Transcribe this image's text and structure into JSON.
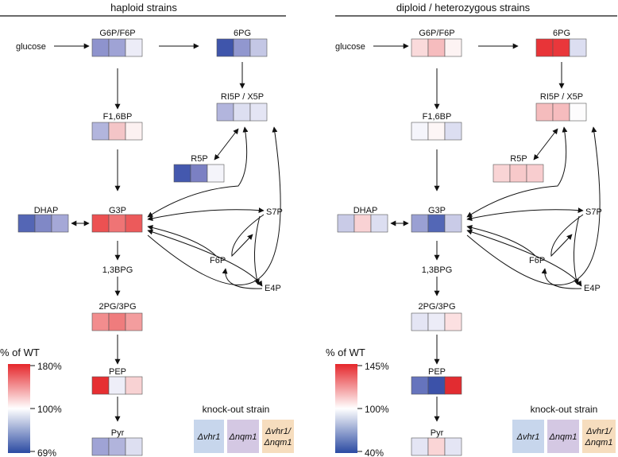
{
  "panels": {
    "haploid": {
      "title": "haploid strains",
      "nodes": {
        "glucose": "glucose",
        "g6p": "G6P/F6P",
        "pg6": "6PG",
        "f16bp": "F1,6BP",
        "ri5p": "RI5P / X5P",
        "r5p": "R5P",
        "dhap": "DHAP",
        "g3p": "G3P",
        "s7p": "S7P",
        "f6p": "F6P",
        "e4p": "E4P",
        "bpg": "1,3BPG",
        "pg23": "2PG/3PG",
        "pep": "PEP",
        "pyr": "Pyr"
      },
      "heat": {
        "g6p": [
          "#8e93cd",
          "#9fa3d5",
          "#ececf7"
        ],
        "pg6": [
          "#3f55ab",
          "#9197cf",
          "#c4c7e5"
        ],
        "f16bp": [
          "#b2b5dd",
          "#f4c5c7",
          "#fcf1f1"
        ],
        "ri5p": [
          "#b2b5dd",
          "#dddff1",
          "#e4e5f4"
        ],
        "r5p": [
          "#4458ae",
          "#7b80c3",
          "#f4f4fa"
        ],
        "dhap": [
          "#5466b5",
          "#8088c6",
          "#a5a8d7"
        ],
        "g3p": [
          "#ec5152",
          "#ef7475",
          "#ec5a5b"
        ],
        "pg23": [
          "#f28d8e",
          "#ef7c7d",
          "#f39d9e"
        ],
        "pep": [
          "#e62f32",
          "#eeeef8",
          "#f8d2d3"
        ],
        "pyr": [
          "#9fa3d5",
          "#b1b4dc",
          "#dddff1"
        ]
      },
      "legend": {
        "title": "% of WT",
        "max": "180%",
        "mid": "100%",
        "min": "69%",
        "top_color": "#e5262b",
        "bottom_color": "#2b4aa2"
      }
    },
    "diploid": {
      "title": "diploid / heterozygous strains",
      "nodes": {
        "glucose": "glucose",
        "g6p": "G6P/F6P",
        "pg6": "6PG",
        "f16bp": "F1,6BP",
        "ri5p": "RI5P / X5P",
        "r5p": "R5P",
        "dhap": "DHAP",
        "g3p": "G3P",
        "s7p": "S7P",
        "f6p": "F6P",
        "e4p": "E4P",
        "bpg": "1,3BPG",
        "pg23": "2PG/3PG",
        "pep": "PEP",
        "pyr": "Pyr"
      },
      "heat": {
        "g6p": [
          "#fadadb",
          "#f6bcbe",
          "#fdf3f3"
        ],
        "pg6": [
          "#e83438",
          "#e9373b",
          "#dcdef1"
        ],
        "f16bp": [
          "#f5f5fb",
          "#fdf6f6",
          "#dcdef1"
        ],
        "ri5p": [
          "#f5bcbd",
          "#f6bcbe",
          "#fdfcfd"
        ],
        "r5p": [
          "#f9d4d5",
          "#f7c9ca",
          "#f8cdcf"
        ],
        "dhap": [
          "#c9cbe7",
          "#f9d2d4",
          "#dcdef1"
        ],
        "g3p": [
          "#9aa0d3",
          "#5367b6",
          "#c9cbe7"
        ],
        "pg23": [
          "#e4e5f4",
          "#ececf7",
          "#fce0e1"
        ],
        "pep": [
          "#6674bd",
          "#3c52a9",
          "#e22c31"
        ],
        "pyr": [
          "#e4e5f4",
          "#fad5d6",
          "#e4e5f4"
        ]
      },
      "legend": {
        "title": "% of WT",
        "max": "145%",
        "mid": "100%",
        "min": "40%",
        "top_color": "#e5262b",
        "bottom_color": "#2b4aa2"
      }
    }
  },
  "strain_key": {
    "title": "knock-out strain",
    "strains": [
      {
        "line1": "Δvhr1",
        "line2": "",
        "color": "#c7d6ec"
      },
      {
        "line1": "Δnqm1",
        "line2": "",
        "color": "#d4c8e3"
      },
      {
        "line1": "Δvhr1/",
        "line2": "Δnqm1",
        "color": "#f6ddbe"
      }
    ]
  }
}
